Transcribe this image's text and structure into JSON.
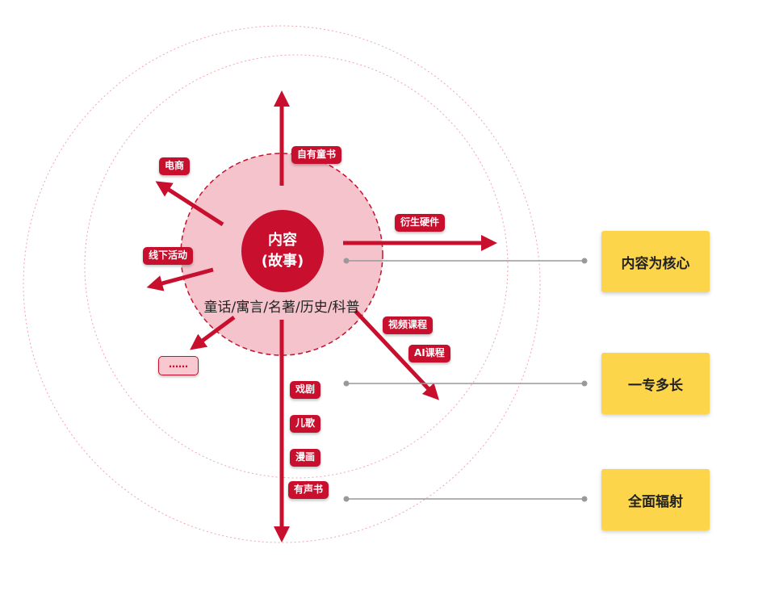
{
  "core": {
    "line1": "内容",
    "line2": "(故事)"
  },
  "genres": "童话/寓言/名著/历史/科普",
  "tags": {
    "own_books": "自有童书",
    "ecommerce": "电商",
    "derivative_hardware": "衍生硬件",
    "offline_events": "线下活动",
    "video_courses": "视频课程",
    "ai_courses": "AI课程",
    "more": "……",
    "drama": "戏剧",
    "children_songs": "儿歌",
    "comics": "漫画",
    "audiobooks": "有声书"
  },
  "labels": {
    "content_core": "内容为核心",
    "one_specialty": "一专多长",
    "full_radiation": "全面辐射"
  },
  "colors": {
    "accent": "#c8102e",
    "core_fill": "#f4c3cb",
    "label_fill": "#fcd54a",
    "connector": "#999999"
  }
}
